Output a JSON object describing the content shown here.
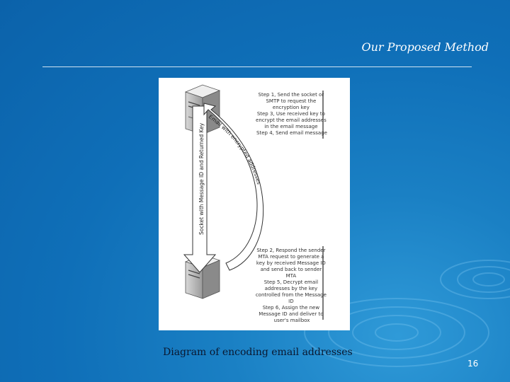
{
  "slide": {
    "title": "Our Proposed Method",
    "caption": "Diagram of encoding email addresses",
    "page_number": "16"
  },
  "diagram": {
    "arrow_down_label": "Socket with Message ID and Returned Key",
    "arrow_up_label": "Email with encrypted addresses",
    "sender_steps": [
      "Step 1, Send the socket or",
      "SMTP to request the",
      "encryption key",
      "Step 3, Use received key to",
      "encrypt the email addresses",
      "in the email message",
      "Step 4, Send email message"
    ],
    "receiver_steps": [
      "Step 2, Respond the sender",
      "MTA request to generate a",
      "key by received Message ID",
      "and send back to sender",
      "MTA",
      "Step 5, Decrypt email",
      "addresses by the key",
      "controlled from the Message",
      "ID",
      "Step 6, Assign the new",
      "Message ID and deliver to",
      "user's mailbox"
    ]
  },
  "colors": {
    "background": "#0f6fb8",
    "title_text": "#ffffff",
    "caption_text": "#0a1830"
  }
}
